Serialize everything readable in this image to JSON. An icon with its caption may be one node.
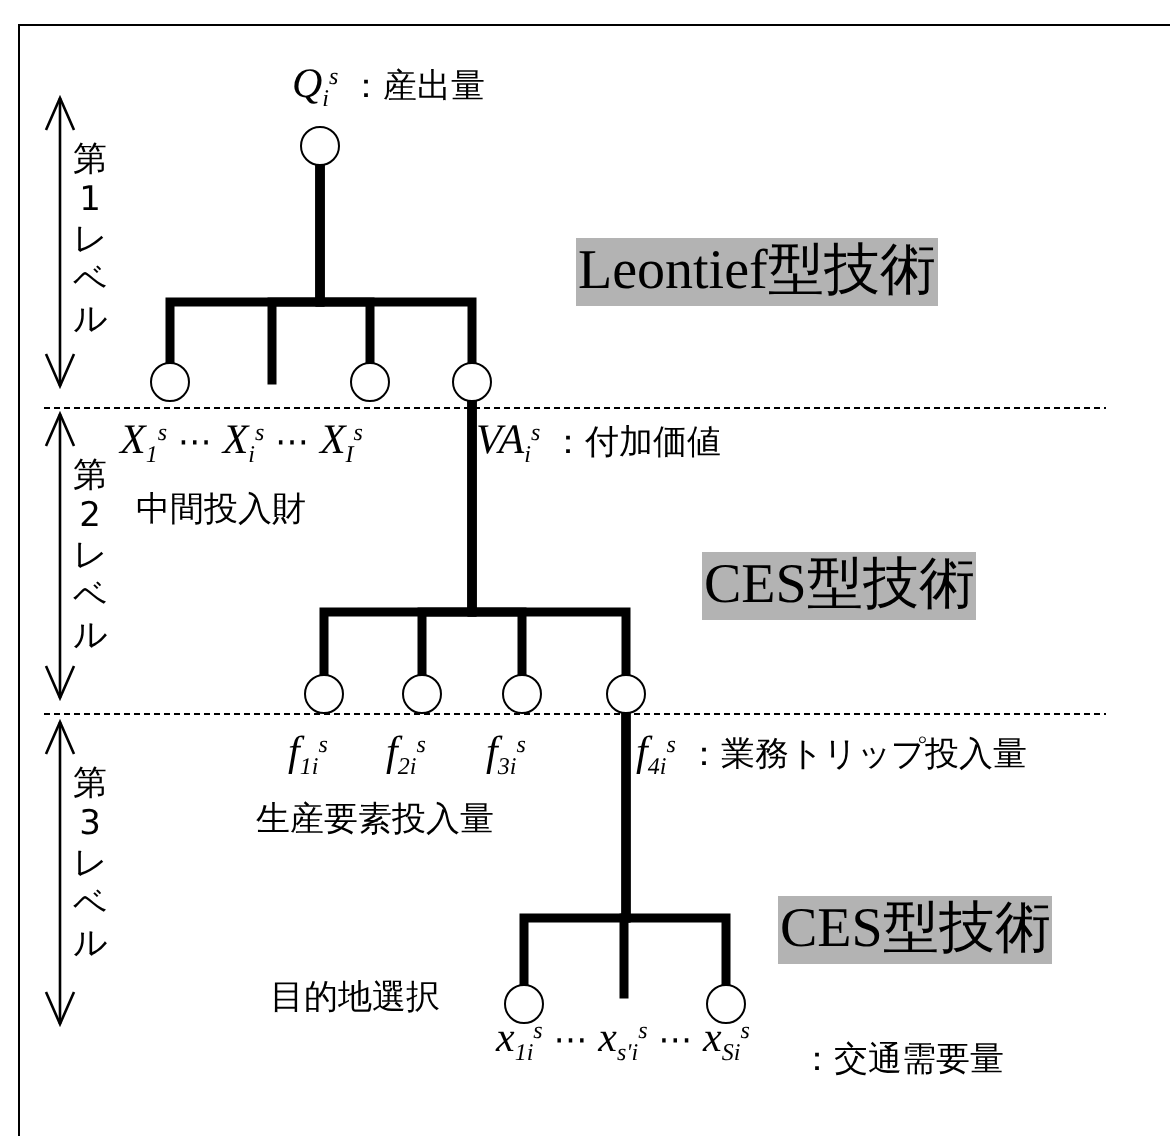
{
  "diagram": {
    "nodes": [
      {
        "text": [],
        "shape": "circle",
        "beside": [
          "*Q*$_{i}$$^{s}$ ：産出量"
        ]
      },
      {
        "text": [
          "Leontief型技術"
        ]
      },
      {
        "text": [],
        "shape": "circle"
      },
      {
        "text": [],
        "shape": "circle"
      },
      {
        "text": [],
        "shape": "circle",
        "beside": [
          "*VA*$_{i}$$^{s}$ ：付加価値"
        ]
      },
      {
        "text": [
          "CES型技術"
        ]
      },
      {
        "text": [],
        "shape": "circle",
        "beside": [
          "*f*$_{1i}$$^{s}$"
        ]
      },
      {
        "text": [],
        "shape": "circle",
        "beside": [
          "*f*$_{2i}$$^{s}$"
        ]
      },
      {
        "text": [],
        "shape": "circle",
        "beside": [
          "*f*$_{3i}$$^{s}$"
        ]
      },
      {
        "text": [],
        "shape": "circle",
        "beside": [
          "*f*$_{4i}$$^{s}$ ：業務トリップ投入量"
        ]
      },
      {
        "text": [
          "CES型技術"
        ]
      },
      {
        "text": [],
        "shape": "circle"
      },
      {
        "text": [],
        "shape": "circle"
      }
    ],
    "edges": [
      {
        "from": 0,
        "to": 2,
        "arrow": "none"
      },
      {
        "from": 0,
        "to": null,
        "arrow": "none"
      },
      {
        "from": 0,
        "to": 3,
        "arrow": "none"
      },
      {
        "from": 0,
        "to": 4,
        "arrow": "none"
      },
      {
        "from": 4,
        "to": 6,
        "arrow": "none"
      },
      {
        "from": 4,
        "to": 7,
        "arrow": "none"
      },
      {
        "from": 4,
        "to": 8,
        "arrow": "none"
      },
      {
        "from": 4,
        "to": 9,
        "arrow": "none"
      },
      {
        "from": 9,
        "to": 11,
        "arrow": "none"
      },
      {
        "from": 9,
        "to": null,
        "arrow": "none"
      },
      {
        "from": 9,
        "to": 12,
        "arrow": "none"
      }
    ],
    "labels": [
      "第1レベル",
      "*X*$_{1}$$^{s}$ ⋯ *X*$_{i}$$^{s}$ ⋯ *X*$_{I}$$^{s}$",
      "第2レベル",
      "中間投入財",
      "第3レベル",
      "生産要素投入量",
      "目的地選択",
      "*x*$_{1i}$$^{s}$ ⋯ *x*$_{s'i}$$^{s}$ ⋯ *x*$_{Si}$$^{s}$",
      "：交通需要量"
    ]
  }
}
